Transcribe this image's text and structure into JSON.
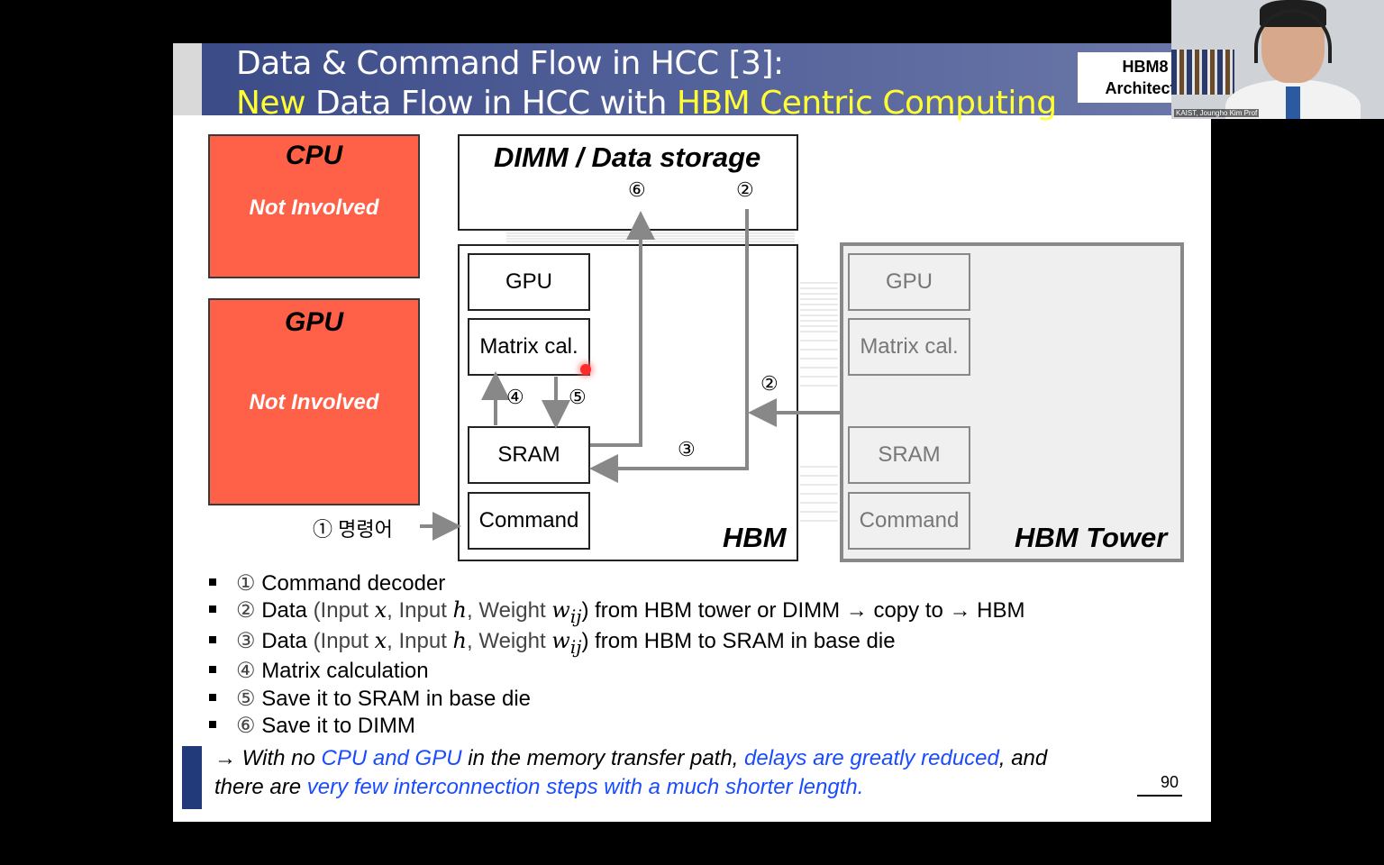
{
  "slide": {
    "title_line1": "Data & Command Flow in HCC [3]:",
    "title_line2_hl1": "New",
    "title_line2_mid": " Data Flow in HCC with ",
    "title_line2_hl2": "HBM Centric Computing",
    "badge_line1": "HBM8",
    "badge_line2": "Architectu",
    "cpu_title": "CPU",
    "cpu_status": "Not Involved",
    "gpu_title": "GPU",
    "gpu_status": "Not Involved",
    "dimm_title": "DIMM / Data storage",
    "hbm_label": "HBM",
    "tower_label": "HBM Tower",
    "hbm_blocks": {
      "gpu": "GPU",
      "matrix": "Matrix cal.",
      "sram": "SRAM",
      "command": "Command"
    },
    "tower_blocks": {
      "gpu": "GPU",
      "matrix": "Matrix cal.",
      "sram": "SRAM",
      "command": "Command"
    },
    "step_markers": {
      "s6_top": "⑥",
      "s2_top": "②",
      "s4": "④",
      "s5": "⑤",
      "s2_right": "②",
      "s3": "③",
      "cmd_in": "① 명령어"
    },
    "bullets": [
      {
        "num": "①",
        "text": "Command decoder"
      },
      {
        "num": "②",
        "pre": "Data ",
        "paren": "(Input ",
        "x": "x",
        "c1": ", Input ",
        "h": "h",
        "c2": ", Weight ",
        "w": "w",
        "sub": "ij",
        "close": ")",
        "post": " from HBM tower or DIMM → copy to → HBM"
      },
      {
        "num": "③",
        "pre": "Data ",
        "paren": "(Input ",
        "x": "x",
        "c1": ", Input ",
        "h": "h",
        "c2": ", Weight ",
        "w": "w",
        "sub": "ij",
        "close": ")",
        "post": " from HBM to SRAM in base die"
      },
      {
        "num": "④",
        "text": "Matrix calculation"
      },
      {
        "num": "⑤",
        "text": "Save it to SRAM in base die"
      },
      {
        "num": "⑥",
        "text": "Save it to DIMM"
      }
    ],
    "conclusion": {
      "l1_a": "→ With no ",
      "l1_b": "CPU and GPU",
      "l1_c": " in the memory transfer path, ",
      "l1_d": "delays are greatly reduced",
      "l1_e": ", and",
      "l2_a": "there are ",
      "l2_b": "very few interconnection steps with a much shorter length."
    },
    "page_number": "90"
  },
  "webcam": {
    "caption": "KAIST, Joungho Kim Prof"
  },
  "colors": {
    "banner": "#3a4a86",
    "highlight_yellow": "#ffff33",
    "red_box": "#ff6048",
    "blue_text": "#1a4bff",
    "arrow_gray": "#888888"
  }
}
